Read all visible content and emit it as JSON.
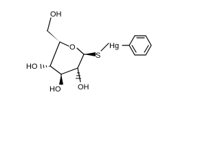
{
  "structure": {
    "atom_labels": {
      "oh_top": "OH",
      "ring_o": "O",
      "s": "S",
      "hg": "Hg",
      "ho_c4": "HO",
      "ho_c3": "HO",
      "oh_c2": "OH"
    },
    "colors": {
      "bond": "#000000",
      "text": "#000000",
      "background": "#ffffff"
    }
  }
}
